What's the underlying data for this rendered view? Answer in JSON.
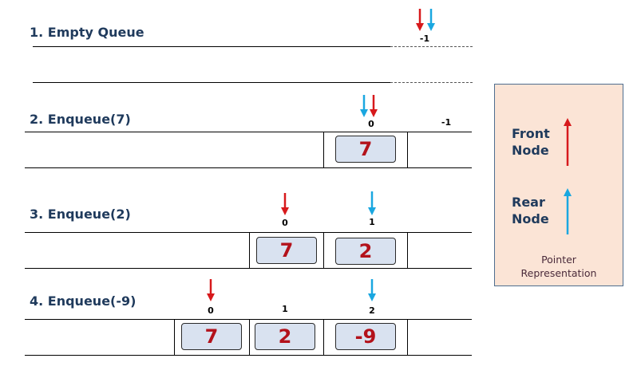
{
  "steps": [
    {
      "title": "1. Empty Queue",
      "indices": [
        "-1"
      ],
      "cells": []
    },
    {
      "title": "2. Enqueue(7)",
      "indices": [
        "0",
        "-1"
      ],
      "cells": [
        "7"
      ]
    },
    {
      "title": "3. Enqueue(2)",
      "indices": [
        "0",
        "1"
      ],
      "cells": [
        "7",
        "2"
      ]
    },
    {
      "title": "4. Enqueue(-9)",
      "indices": [
        "0",
        "1",
        "2"
      ],
      "cells": [
        "7",
        "2",
        "-9"
      ]
    }
  ],
  "legend": {
    "front_label": "Front\nNode",
    "rear_label": "Rear\nNode",
    "caption": "Pointer\nRepresentation"
  },
  "colors": {
    "front_pointer": "#d7191c",
    "rear_pointer": "#1aa7e0",
    "title_text": "#1f3a5c",
    "cell_fill": "#d9e2f0",
    "cell_text": "#b3121b",
    "legend_fill": "#fbe4d6"
  }
}
